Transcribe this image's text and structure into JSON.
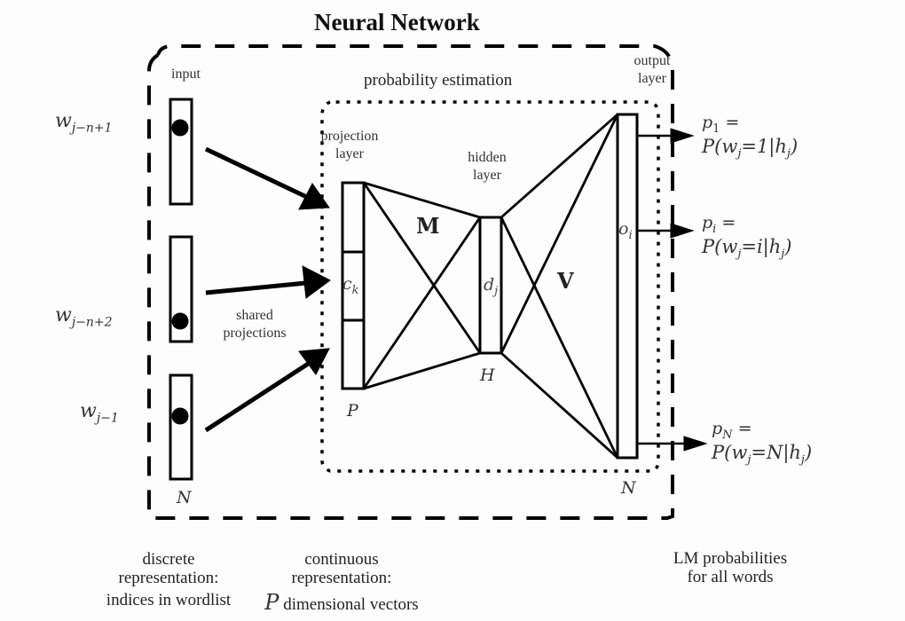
{
  "title": "Neural Network",
  "regions": {
    "outer_box_label": "Neural Network",
    "inner_box_label": "probability estimation"
  },
  "input": {
    "label": "input",
    "size_label": "N",
    "words": [
      "w_{j-n+1}",
      "w_{j-n+2}",
      "w_{j-1}"
    ],
    "word_labels": {
      "first": "w",
      "first_sub": "j−n+1",
      "second": "w",
      "second_sub": "j−n+2",
      "third": "w",
      "third_sub": "j−1"
    },
    "shared_projections_label": [
      "shared",
      "projections"
    ]
  },
  "projection_layer": {
    "label": [
      "projection",
      "layer"
    ],
    "unit_label": "c",
    "unit_sub": "k",
    "size_label": "P"
  },
  "weights": {
    "first": "M",
    "second": "V"
  },
  "hidden_layer": {
    "label": [
      "hidden",
      "layer"
    ],
    "unit_label": "d",
    "unit_sub": "j",
    "size_label": "H"
  },
  "output_layer": {
    "label": [
      "output",
      "layer"
    ],
    "unit_label": "o",
    "unit_sub": "i",
    "size_label": "N",
    "outputs": [
      {
        "p": "p",
        "p_sub": "1",
        "eq": "=",
        "P": "P(w",
        "w_sub": "j",
        "val": "=1|h",
        "h_sub": "j",
        "close": ")"
      },
      {
        "p": "p",
        "p_sub": "i",
        "eq": "=",
        "P": "P(w",
        "w_sub": "j",
        "val": "=i|h",
        "h_sub": "j",
        "close": ")"
      },
      {
        "p": "p",
        "p_sub": "N",
        "eq": "=",
        "P": "P(w",
        "w_sub": "j",
        "val": "=N|h",
        "h_sub": "j",
        "close": ")"
      }
    ]
  },
  "captions": {
    "discrete": [
      "discrete",
      "representation:",
      "indices in wordlist"
    ],
    "continuous": [
      "continuous",
      "representation:"
    ],
    "continuous_last_P": "P",
    "continuous_last_rest": " dimensional vectors",
    "lm": [
      "LM probabilities",
      "for all words"
    ]
  }
}
